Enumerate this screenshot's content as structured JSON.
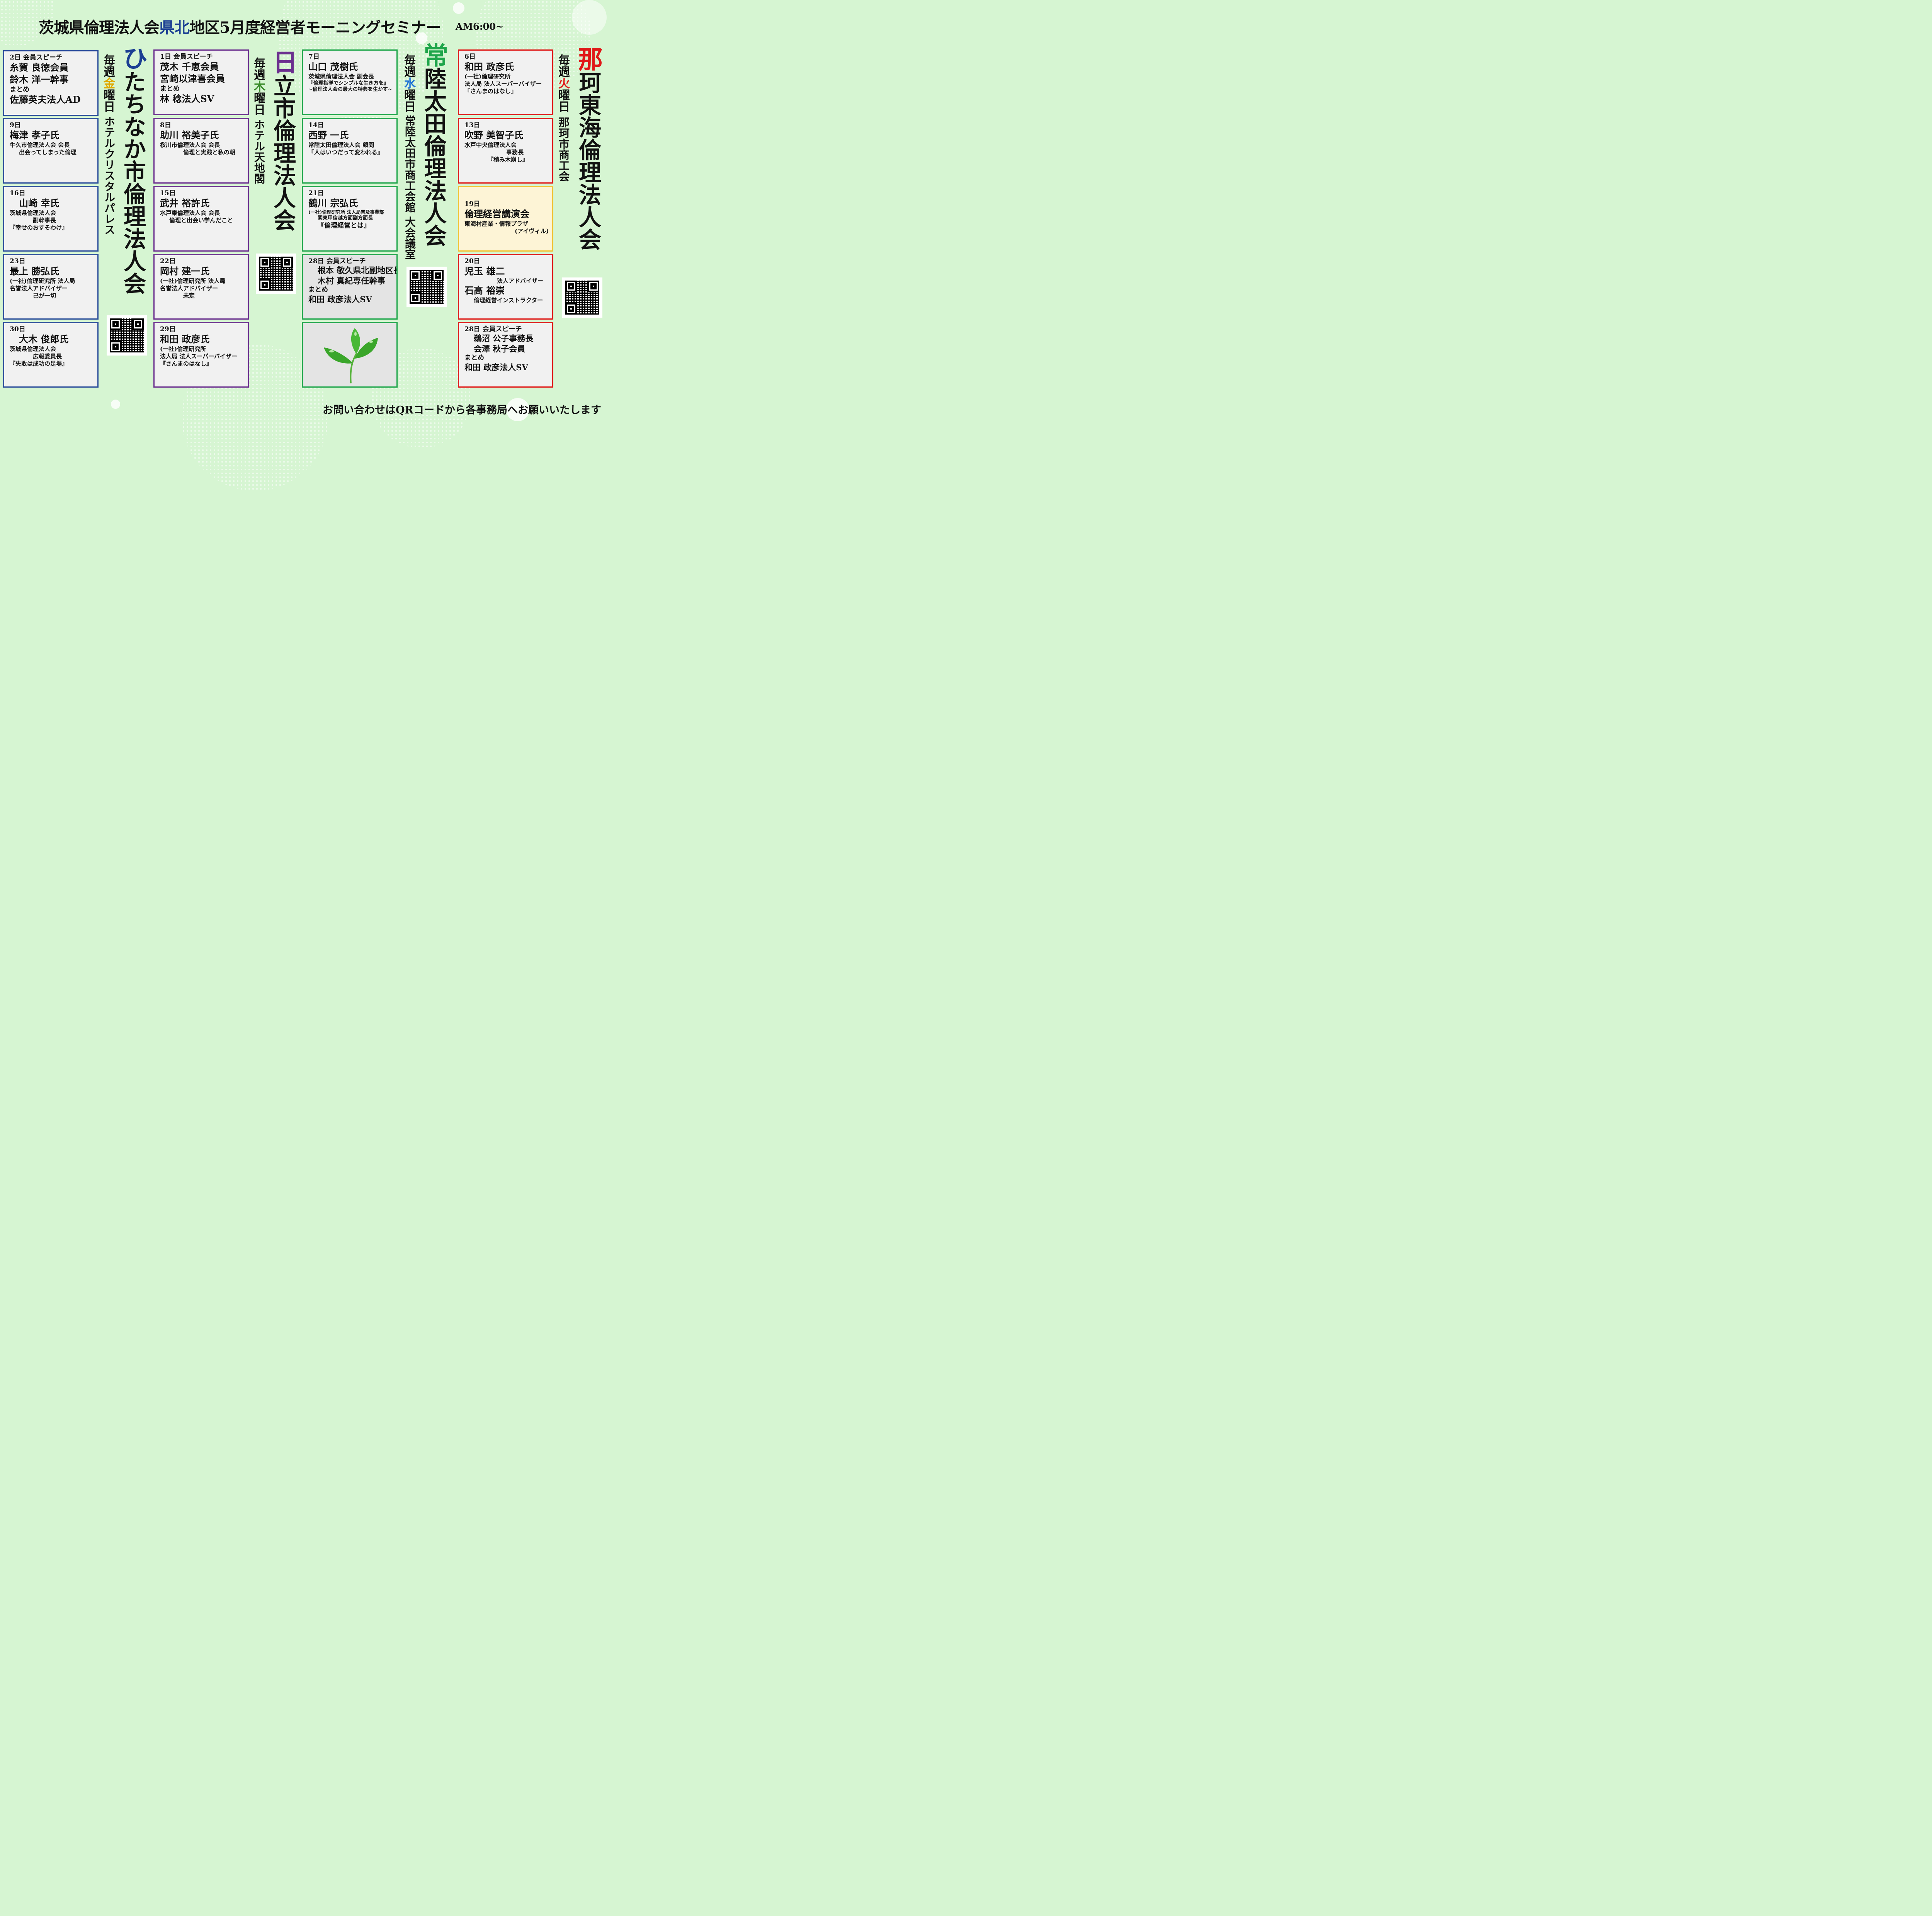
{
  "header": {
    "title_part1": "茨城県倫理法人会",
    "title_part2": "県北",
    "title_part3": "地区5月度経営者モーニングセミナー",
    "time": "AM6:00~"
  },
  "colors": {
    "hitachinaka": "#2b4d9b",
    "hitachi": "#6b2f8f",
    "hitachiota": "#1ea54a",
    "nakatokai": "#e01818",
    "special": "#f2c233",
    "title_accent": "#1b3f93"
  },
  "icons": [
    "qr-code-icon",
    "leaf-icon"
  ],
  "hitachinaka": {
    "name_first": "ひ",
    "name_rest": "たちなか市倫理法人会",
    "day_pre": "毎週",
    "day_kanji": "金",
    "day_post": "曜日",
    "venue": "ホテルクリスタルパレス",
    "cards": [
      {
        "lines": [
          "2日 会員スピーチ",
          "糸賀 良徳会員",
          "鈴木 洋一幹事",
          "まとめ",
          "佐藤英夫法人AD"
        ]
      },
      {
        "lines": [
          "9日",
          "梅津 孝子氏",
          "牛久市倫理法人会 会長",
          "出会ってしまった倫理"
        ]
      },
      {
        "lines": [
          "16日",
          "山崎 幸氏",
          "茨城県倫理法人会",
          "副幹事長",
          "『幸せのおすそわけ』"
        ]
      },
      {
        "lines": [
          "23日",
          "最上 勝弘氏",
          "(一社)倫理研究所 法人局",
          "名誉法人アドバイザー",
          "己が一切"
        ]
      },
      {
        "lines": [
          "30日",
          "大木 俊郎氏",
          "茨城県倫理法人会",
          "広報委員長",
          "『失敗は成功の足場』"
        ]
      }
    ]
  },
  "hitachi": {
    "name_first": "日",
    "name_rest": "立市倫理法人会",
    "day_pre": "毎週",
    "day_kanji": "木",
    "day_post": "曜日",
    "venue": "ホテル天地閣",
    "cards": [
      {
        "lines": [
          "1日 会員スピーチ",
          "茂木 千恵会員",
          "宮崎以津喜会員",
          "まとめ",
          "林 稔法人SV"
        ]
      },
      {
        "lines": [
          "8日",
          "助川 裕美子氏",
          "桜川市倫理法人会 会長",
          "倫理と実践と私の朝"
        ]
      },
      {
        "lines": [
          "15日",
          "武井 裕許氏",
          "水戸東倫理法人会 会長",
          "倫理と出会い学んだこと"
        ]
      },
      {
        "lines": [
          "22日",
          "岡村 建一氏",
          "(一社)倫理研究所 法人局",
          "名誉法人アドバイザー",
          "未定"
        ]
      },
      {
        "lines": [
          "29日",
          "和田 政彦氏",
          "(一社)倫理研究所",
          "法人局 法人スーパーバイザー",
          "『さんまのはなし』"
        ]
      }
    ]
  },
  "hitachiota": {
    "name_first": "常",
    "name_rest": "陸太田倫理法人会",
    "day_pre": "毎週",
    "day_kanji": "水",
    "day_post": "曜日",
    "venue": "常陸太田市商工会館 大会議室",
    "cards": [
      {
        "lines": [
          "7日",
          "山口 茂樹氏",
          "茨城県倫理法人会 副会長",
          "『倫理指導でシンプルな生き方を』",
          "~倫理法人会の最大の特典を生かす~"
        ]
      },
      {
        "lines": [
          "14日",
          "西野 一氏",
          "常陸太田倫理法人会 顧問",
          "『人はいつだって変われる』"
        ]
      },
      {
        "lines": [
          "21日",
          "鶴川 宗弘氏",
          "(一社)倫理研究所 法人局普及事業部",
          "関東甲信越方面副方面長",
          "『倫理経営とは』"
        ]
      },
      {
        "lines": [
          "28日 会員スピーチ",
          "根本 敬久県北副地区長",
          "木村 真紀専任幹事",
          "まとめ",
          "和田 政彦法人SV"
        ]
      }
    ]
  },
  "nakatokai": {
    "name_first": "那",
    "name_rest": "珂東海倫理法人会",
    "day_pre": "毎週",
    "day_kanji": "火",
    "day_post": "曜日",
    "venue": "那珂市商工会",
    "cards": [
      {
        "lines": [
          "6日",
          "和田 政彦氏",
          "(一社)倫理研究所",
          "法人局 法人スーパーバイザー",
          "『さんまのはなし』"
        ]
      },
      {
        "lines": [
          "13日",
          "吹野 美智子氏",
          "水戸中央倫理法人会",
          "事務長",
          "『積み木崩し』"
        ]
      },
      {
        "lines": [
          "19日",
          "倫理経営講演会",
          "東海村産業・情報プラザ",
          "(アイヴィル)"
        ]
      },
      {
        "lines": [
          "20日",
          "児玉 雄二",
          "法人アドバイザー",
          "石高 裕崇",
          "倫理経営インストラクター"
        ]
      },
      {
        "lines": [
          "28日 会員スピーチ",
          "鵜沼 公子事務長",
          "会澤 秋子会員",
          "まとめ",
          "和田 政彦法人SV"
        ]
      }
    ]
  },
  "footer": "お問い合わせはQRコードから各事務局へお願いいたします"
}
